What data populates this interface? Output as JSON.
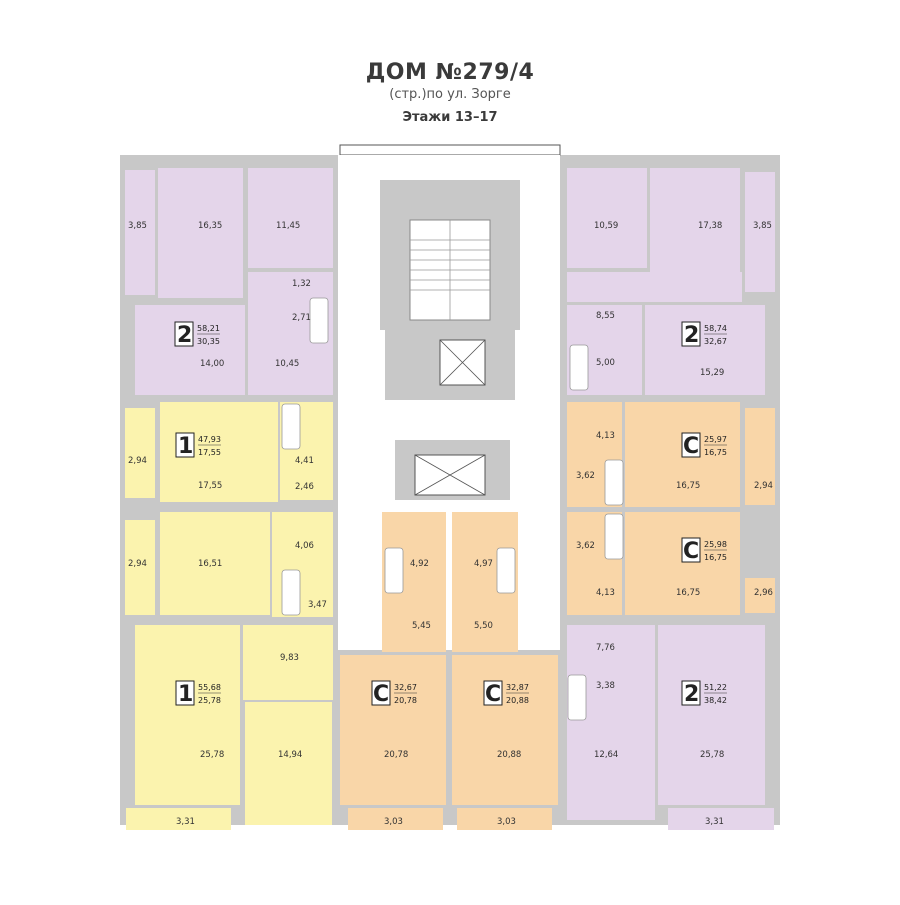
{
  "header": {
    "title": "ДОМ №279/4",
    "subtitle": "(стр.)по ул. Зорге",
    "floors": "Этажи 13–17"
  },
  "colors": {
    "two_room": "#e4d5ea",
    "one_room": "#fbf3ae",
    "studio": "#f9d6a8",
    "wall": "#c8c8c8",
    "common": "#ffffff"
  },
  "apartments": [
    {
      "id": "apt-a",
      "rooms": "2",
      "total": "58,21",
      "living": "30,35"
    },
    {
      "id": "apt-b",
      "rooms": "2",
      "total": "58,74",
      "living": "32,67"
    },
    {
      "id": "apt-c",
      "rooms": "1",
      "total": "47,93",
      "living": "17,55"
    },
    {
      "id": "apt-d",
      "rooms": "С",
      "total": "25,97",
      "living": "16,75"
    },
    {
      "id": "apt-e",
      "rooms": "С",
      "total": "25,98",
      "living": "16,75"
    },
    {
      "id": "apt-f",
      "rooms": "1",
      "total": "55,68",
      "living": "25,78"
    },
    {
      "id": "apt-g",
      "rooms": "С",
      "total": "32,67",
      "living": "20,78"
    },
    {
      "id": "apt-h",
      "rooms": "С",
      "total": "32,87",
      "living": "20,88"
    },
    {
      "id": "apt-i",
      "rooms": "2",
      "total": "51,22",
      "living": "38,42"
    }
  ],
  "room_areas": [
    "3,85",
    "16,35",
    "11,45",
    "1,32",
    "2,71",
    "14,00",
    "10,45",
    "10,59",
    "17,38",
    "3,85",
    "8,55",
    "5,00",
    "15,29",
    "2,94",
    "17,55",
    "4,41",
    "2,46",
    "4,13",
    "3,62",
    "16,75",
    "2,94",
    "2,94",
    "16,51",
    "4,06",
    "3,47",
    "3,62",
    "4,13",
    "16,75",
    "2,96",
    "9,83",
    "25,78",
    "14,94",
    "3,31",
    "4,92",
    "4,97",
    "5,45",
    "5,50",
    "20,78",
    "20,88",
    "3,03",
    "3,03",
    "7,76",
    "3,38",
    "12,64",
    "25,78",
    "3,31"
  ]
}
